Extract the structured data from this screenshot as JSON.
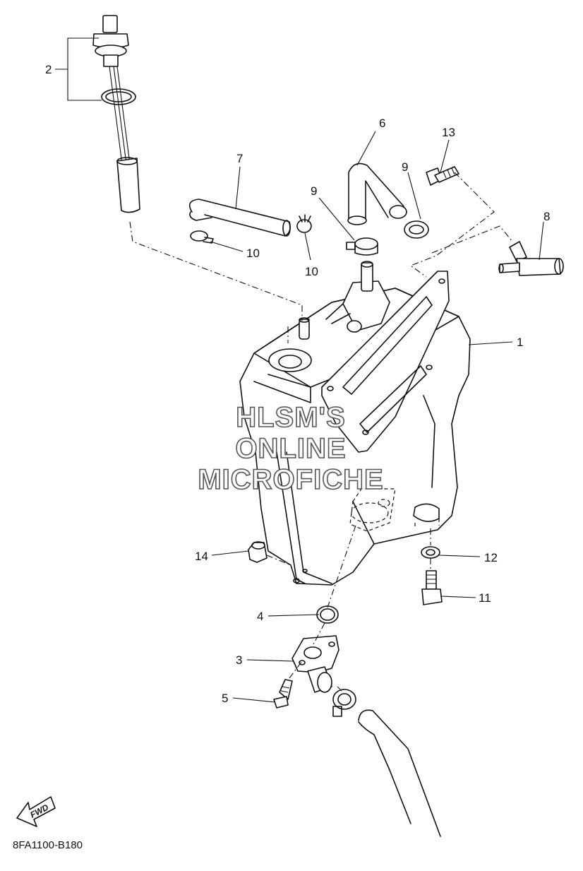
{
  "callouts": {
    "c1": "1",
    "c2": "2",
    "c3": "3",
    "c4": "4",
    "c5": "5",
    "c6": "6",
    "c7": "7",
    "c8": "8",
    "c9a": "9",
    "c9b": "9",
    "c10a": "10",
    "c10b": "10",
    "c11": "11",
    "c12": "12",
    "c13": "13",
    "c14": "14"
  },
  "watermark": {
    "line1": "HLSM'S",
    "line2": "ONLINE",
    "line3": "MICROFICHE"
  },
  "fwd_label": "FWD",
  "diagram_code": "8FA1100-B180"
}
